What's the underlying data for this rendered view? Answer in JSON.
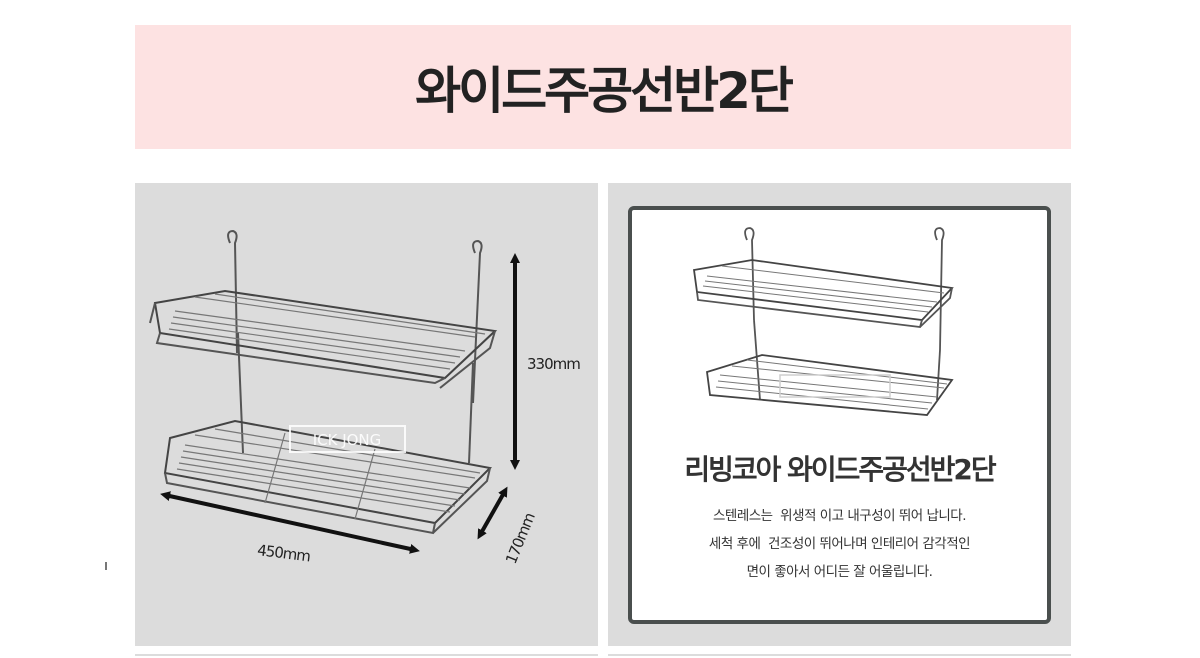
{
  "banner": {
    "title": "와이드주공선반2단"
  },
  "dimensions": {
    "height": "330mm",
    "width": "450mm",
    "depth": "170mm"
  },
  "watermark": {
    "text": "ICK JONG"
  },
  "card": {
    "title": "리빙코아 와이드주공선반2단",
    "lines": [
      "스텐레스는  위생적 이고 내구성이 뛰어 납니다.",
      "세척 후에  건조성이 뛰어나며 인테리어 감각적인",
      "면이 좋아서 어디든 잘 어울립니다."
    ]
  },
  "colors": {
    "banner_bg": "#fde2e2",
    "panel_bg": "#dcdcdc",
    "card_border": "#4a4f4e"
  }
}
